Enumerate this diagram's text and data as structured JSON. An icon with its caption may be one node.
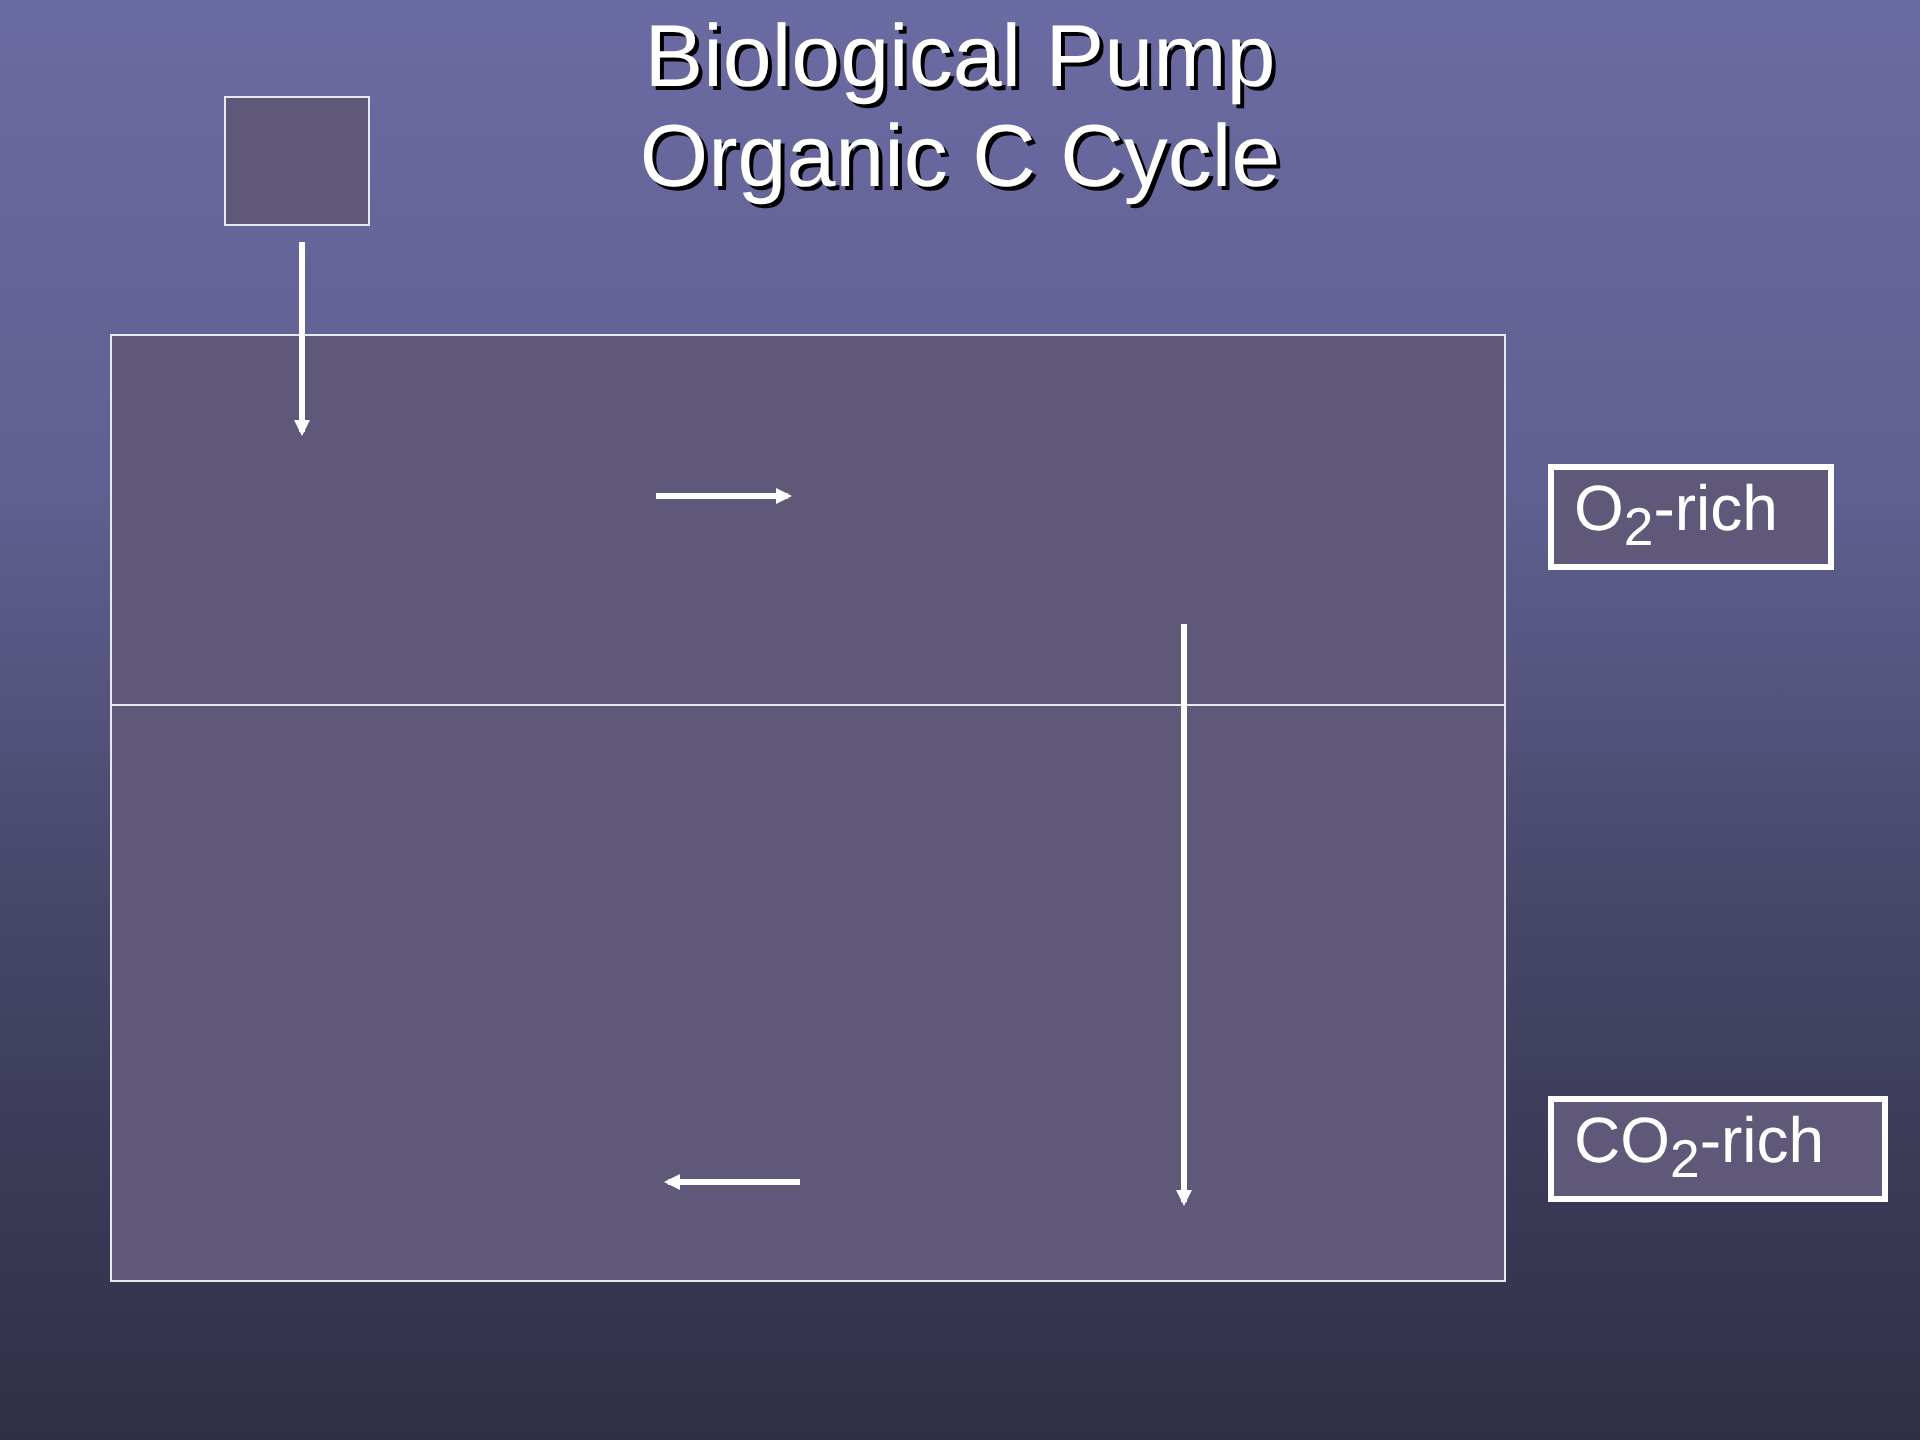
{
  "diagram": {
    "title": "Biological Pump Organic C Cycle",
    "nodes": [
      {
        "text": [],
        "shape": "box"
      },
      {
        "text": [],
        "shape": "box"
      },
      {
        "text": [],
        "shape": "box"
      },
      {
        "text": [
          "O$_{2}$-rich"
        ]
      },
      {
        "text": [
          "CO$_{2}$-rich"
        ]
      }
    ],
    "edges": [
      {
        "from": 0,
        "to": 1,
        "arrow": "to"
      },
      {
        "from": 1,
        "to": 2,
        "arrow": "to"
      }
    ]
  }
}
